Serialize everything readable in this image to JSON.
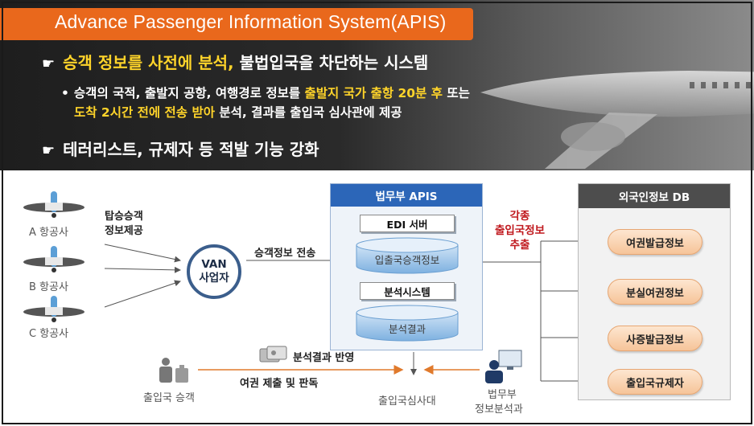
{
  "banner": {
    "title": "Advance Passenger Information System(APIS)",
    "line1_prefix": "승객 정보를 사전에 분석,",
    "line1_suffix": " 불법입국을 차단하는 시스템",
    "sub1_prefix": "승객의 국적, 출발지 공항, 여행경로 정보를 ",
    "sub1_accent": "출발지 국가 출항 20분 후",
    "sub1_suffix": " 또는",
    "sub2_accent": "도착 2시간 전에 전송 받아",
    "sub2_suffix": "  분석, 결과를 출입국 심사관에 제공",
    "line2": "테러리스트, 규제자 등 적발 기능 강화"
  },
  "diagram": {
    "airlines": [
      "A 항공사",
      "B 항공사",
      "C 항공사"
    ],
    "boarding_info_line1": "탑승승객",
    "boarding_info_line2": "정보제공",
    "van_line1": "VAN",
    "van_line2": "사업자",
    "passenger_transfer": "승객정보 전송",
    "apis": {
      "title": "법무부 APIS",
      "edi_server": "EDI 서버",
      "cyl1": "입출국승객정보",
      "analysis_system": "분석시스템",
      "cyl2": "분석결과"
    },
    "extract_line1": "각종",
    "extract_line2": "출입국정보",
    "extract_line3": "추출",
    "db": {
      "title": "외국인정보 DB",
      "items": [
        "여권발급정보",
        "분실여권정보",
        "사증발급정보",
        "출입국규제자"
      ]
    },
    "result_reflect": "분석결과 반영",
    "passport_submit": "여권 제출 및 판독",
    "traveler": "출입국 승객",
    "inspector": "출입국심사대",
    "ministry_line1": "법무부",
    "ministry_line2": "정보분석과"
  },
  "colors": {
    "orange": "#e9681c",
    "yellow_accent": "#ffd42a",
    "apis_blue": "#2c66b8",
    "db_gray": "#4d4d4d",
    "red_text": "#c0191e",
    "arrow_orange": "#e07a2c"
  }
}
